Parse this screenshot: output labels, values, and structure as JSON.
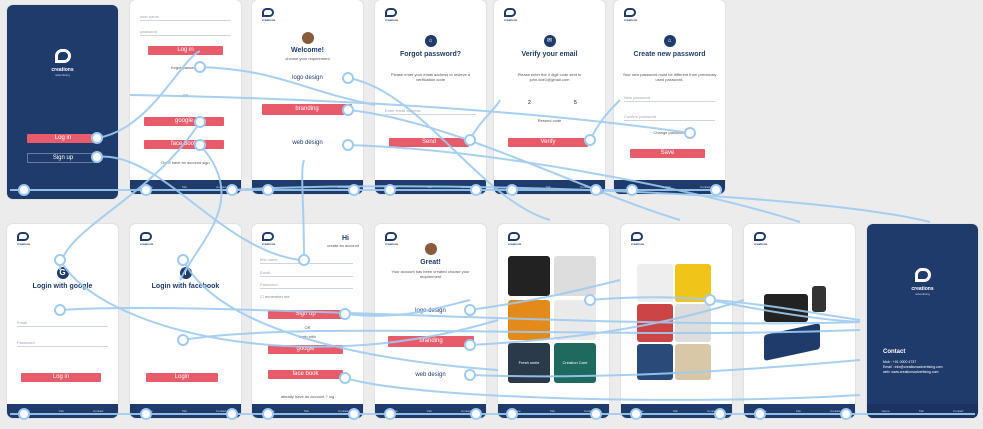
{
  "brand": {
    "word": "creations",
    "tagline": "advertising"
  },
  "nav": [
    "Home",
    "",
    "Tab",
    "",
    "Contact"
  ],
  "splash": {
    "login": "Log in",
    "signup": "Sign up"
  },
  "login": {
    "username": "user name",
    "password": "password",
    "login": "Log in",
    "forgot": "forgot password",
    "or": "OR",
    "google": "google",
    "facebook": "face book",
    "no_account": "Don't have an account sign"
  },
  "welcome": {
    "title": "Welcome!",
    "sub": "choose your requirement",
    "opt1": "logo design",
    "opt2": "branding",
    "opt3": "web design"
  },
  "forgot": {
    "title": "Forgot password?",
    "sub": "Please enter your email address to recieve a verification code",
    "field": "Enter email address",
    "btn": "Send"
  },
  "verify": {
    "title": "Verify your email",
    "sub": "Please enter the 4 digit code sent to john.doe1@gmail.com",
    "digits": [
      "2",
      "",
      "",
      "5"
    ],
    "resend": "Resend code",
    "btn": "Verify"
  },
  "newpass": {
    "title": "Create new password",
    "sub": "Your new password must be different from previously used password.",
    "f1": "New password",
    "f2": "Confirm password",
    "change": "Change password",
    "btn": "Save"
  },
  "google_login": {
    "title": "Login with google",
    "email": "Email",
    "password": "Password",
    "btn": "Log in"
  },
  "fb_login": {
    "title": "Login with facebook",
    "btn": "Login"
  },
  "signup": {
    "title": "Hi",
    "sub": "create an account",
    "f1": "first name",
    "f2": "Email",
    "f3": "Password",
    "check": "remember me",
    "btn": "Sign up",
    "or": "OR",
    "with": "login with",
    "google": "google",
    "facebook": "face book",
    "have": "already have an account ? log"
  },
  "great": {
    "title": "Great!",
    "sub": "Your account has been created choose your requirement",
    "opt1": "logo design",
    "opt2": "branding",
    "opt3": "web design"
  },
  "gallery1": {
    "t1": "",
    "t2": "",
    "t3": "",
    "t4": "",
    "t5": "Fresh smile",
    "t6": "Creation Care"
  },
  "final": {
    "word": "creations",
    "tagline": "advertising",
    "contact_title": "Contact",
    "mob": "Mob : +91 0000 4737",
    "email": "Email : info@creationsadvertising.com",
    "web": "web: www.creationsadvertising.com"
  },
  "colors": {
    "navy": "#1f3b6b",
    "accent": "#e85b6a",
    "link": "#9ecbf2"
  }
}
